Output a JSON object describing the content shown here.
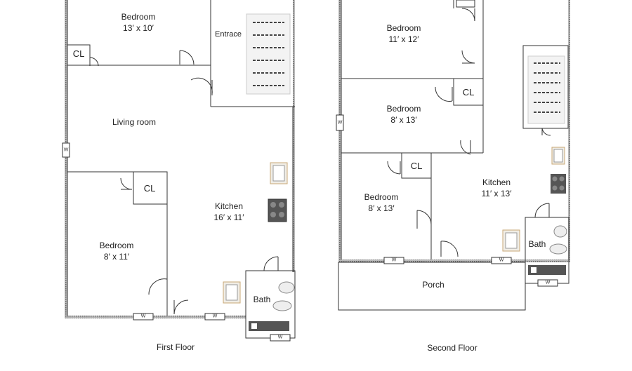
{
  "first_floor": {
    "title": "First Floor",
    "rooms": {
      "bedroom1": {
        "name": "Bedroom",
        "size": "13′ x 10′"
      },
      "entrance": {
        "name": "Entrace"
      },
      "living": {
        "name": "Living room"
      },
      "kitchen": {
        "name": "Kitchen",
        "size": "16′ x 11′"
      },
      "bedroom2": {
        "name": "Bedroom",
        "size": "8′ x 11′"
      },
      "bath": {
        "name": "Bath"
      }
    },
    "closet_label": "CL",
    "window_label": "W"
  },
  "second_floor": {
    "title": "Second Floor",
    "rooms": {
      "bedroom1": {
        "name": "Bedroom",
        "size": "11′ x 12′"
      },
      "bedroom2": {
        "name": "Bedroom",
        "size": "8′ x 13′"
      },
      "bedroom3": {
        "name": "Bedroom",
        "size": "8′ x 13′"
      },
      "kitchen": {
        "name": "Kitchen",
        "size": "11′ x 13′"
      },
      "bath": {
        "name": "Bath"
      },
      "porch": {
        "name": "Porch"
      }
    },
    "closet_label": "CL",
    "window_label": "W"
  },
  "colors": {
    "wall": "#555555",
    "line": "#333333",
    "fixture_fill": "#f0ede6",
    "appliance": "#555555"
  }
}
